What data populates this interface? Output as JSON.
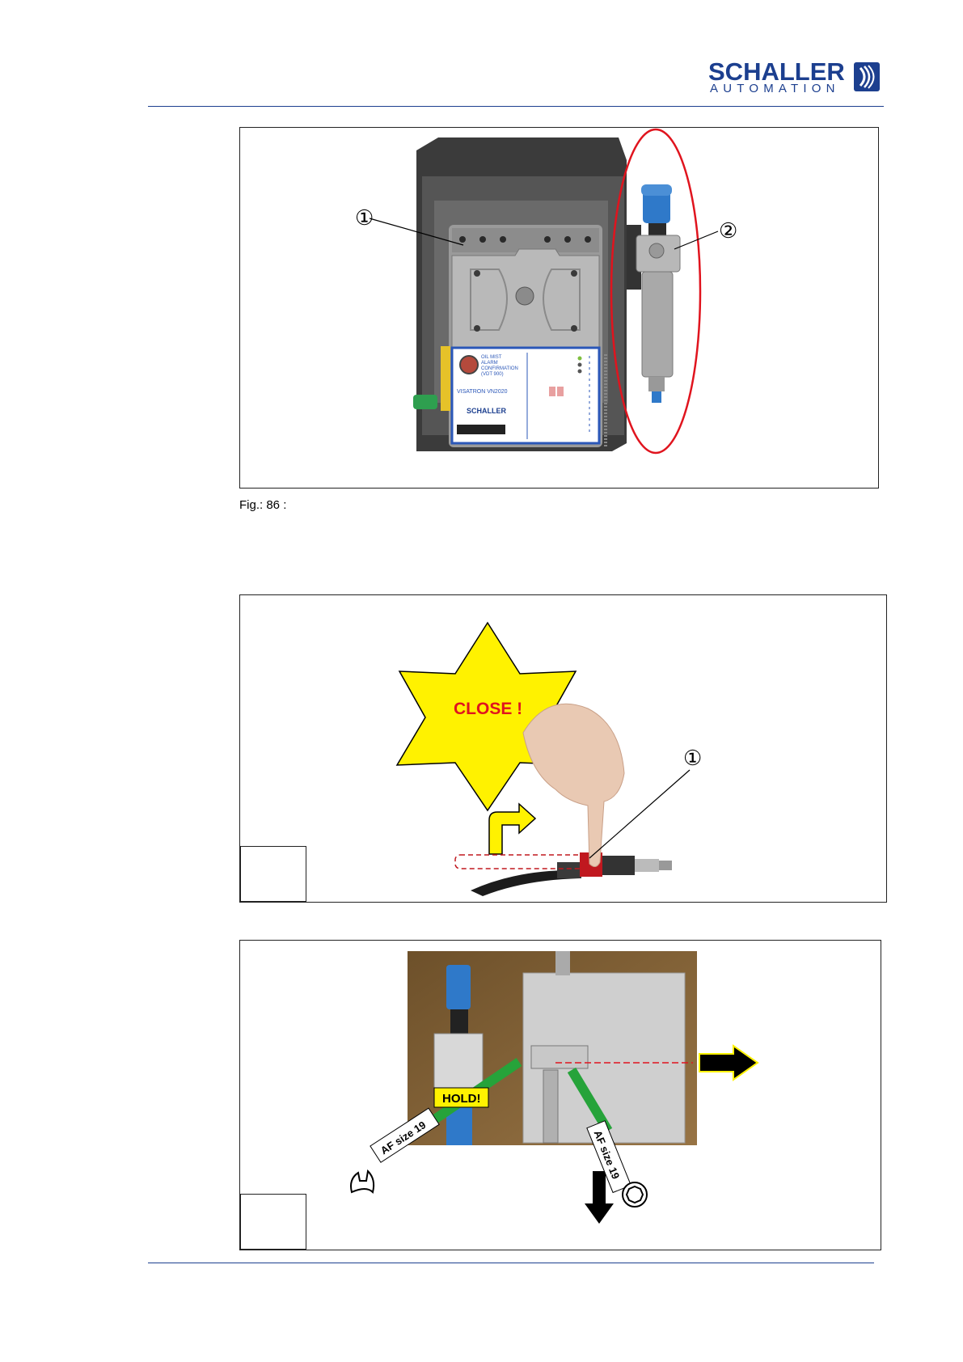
{
  "header": {
    "logo_word": "SCHALLER",
    "logo_sub": "AUTOMATION",
    "brand_color": "#1c3f8f"
  },
  "figure1": {
    "caption": "Fig.: 86 :",
    "callout_1": "①",
    "callout_2": "②",
    "highlight_color": "#e0141e",
    "device_label": {
      "line1": "OIL MIST",
      "line2": "ALARM",
      "line3": "CONFIRMATION",
      "line4": "(VDT 900)",
      "model": "VISATRON VN2020",
      "brand": "SCHALLER"
    }
  },
  "figure2": {
    "burst_text": "CLOSE !",
    "callout_1": "①",
    "burst_color": "#fff200",
    "text_color": "#e0141e"
  },
  "figure3": {
    "hold_label": "HOLD!",
    "af_label_left": "AF size 19",
    "af_label_right": "AF size 19",
    "wrench_icon": "open-wrench-icon",
    "ring_icon": "ring-spanner-icon"
  }
}
